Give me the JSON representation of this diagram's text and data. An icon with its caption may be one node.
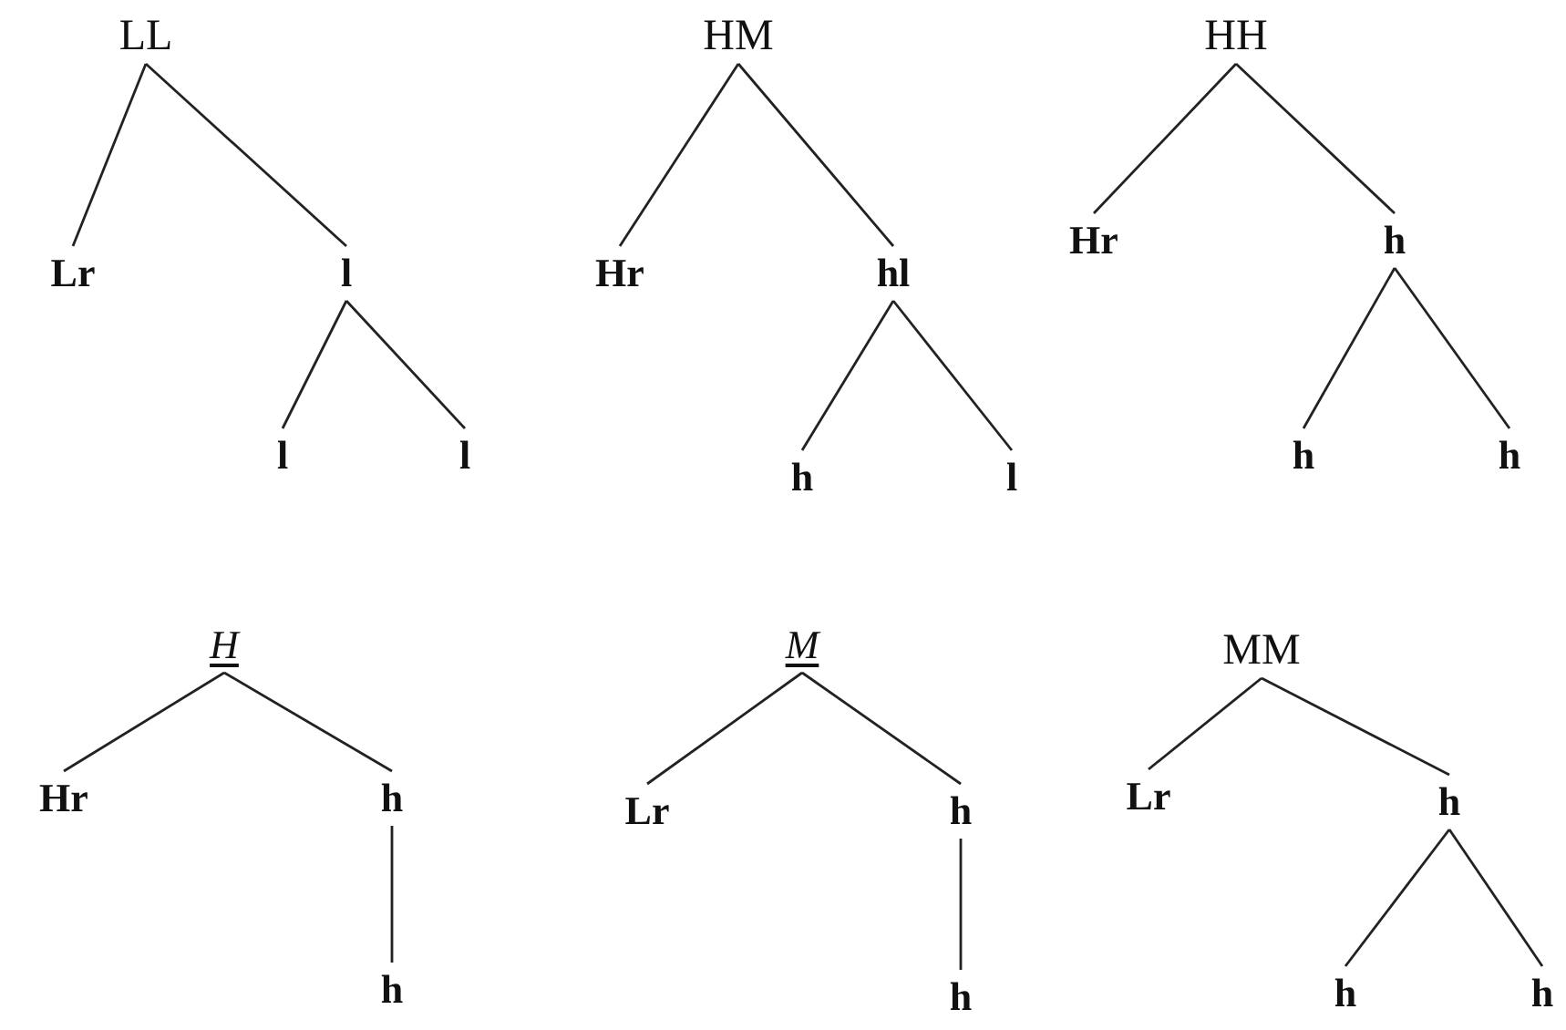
{
  "diagram": {
    "nodes": [
      {
        "text": [
          "LL"
        ]
      },
      {
        "text": [
          "Lr"
        ]
      },
      {
        "text": [
          "l"
        ]
      },
      {
        "text": [
          "l"
        ]
      },
      {
        "text": [
          "l"
        ]
      },
      {
        "text": [
          "HM"
        ]
      },
      {
        "text": [
          "Hr"
        ]
      },
      {
        "text": [
          "hl"
        ]
      },
      {
        "text": [
          "h"
        ]
      },
      {
        "text": [
          "l"
        ]
      },
      {
        "text": [
          "HH"
        ]
      },
      {
        "text": [
          "Hr"
        ]
      },
      {
        "text": [
          "h"
        ]
      },
      {
        "text": [
          "h"
        ]
      },
      {
        "text": [
          "h"
        ]
      },
      {
        "text": [
          "H"
        ]
      },
      {
        "text": [
          "Hr"
        ]
      },
      {
        "text": [
          "h"
        ]
      },
      {
        "text": [
          "h"
        ]
      },
      {
        "text": [
          "M"
        ]
      },
      {
        "text": [
          "Lr"
        ]
      },
      {
        "text": [
          "h"
        ]
      },
      {
        "text": [
          "h"
        ]
      },
      {
        "text": [
          "MM"
        ]
      },
      {
        "text": [
          "Lr"
        ]
      },
      {
        "text": [
          "h"
        ]
      },
      {
        "text": [
          "h"
        ]
      },
      {
        "text": [
          "h"
        ]
      }
    ],
    "edges": [
      {
        "from": 0,
        "to": 1,
        "arrow": "none"
      },
      {
        "from": 0,
        "to": 2,
        "arrow": "none"
      },
      {
        "from": 2,
        "to": 3,
        "arrow": "none"
      },
      {
        "from": 2,
        "to": 4,
        "arrow": "none"
      },
      {
        "from": 5,
        "to": 6,
        "arrow": "none"
      },
      {
        "from": 5,
        "to": 7,
        "arrow": "none"
      },
      {
        "from": 7,
        "to": 8,
        "arrow": "none"
      },
      {
        "from": 7,
        "to": 9,
        "arrow": "none"
      },
      {
        "from": 10,
        "to": 11,
        "arrow": "none"
      },
      {
        "from": 10,
        "to": 12,
        "arrow": "none"
      },
      {
        "from": 12,
        "to": 13,
        "arrow": "none"
      },
      {
        "from": 12,
        "to": 14,
        "arrow": "none"
      },
      {
        "from": 15,
        "to": 16,
        "arrow": "none"
      },
      {
        "from": 15,
        "to": 17,
        "arrow": "none"
      },
      {
        "from": 17,
        "to": 18,
        "arrow": "none"
      },
      {
        "from": 19,
        "to": 20,
        "arrow": "none"
      },
      {
        "from": 19,
        "to": 21,
        "arrow": "none"
      },
      {
        "from": 21,
        "to": 22,
        "arrow": "none"
      },
      {
        "from": 23,
        "to": 24,
        "arrow": "none"
      },
      {
        "from": 23,
        "to": 25,
        "arrow": "none"
      },
      {
        "from": 25,
        "to": 26,
        "arrow": "none"
      },
      {
        "from": 25,
        "to": 27,
        "arrow": "none"
      }
    ]
  }
}
